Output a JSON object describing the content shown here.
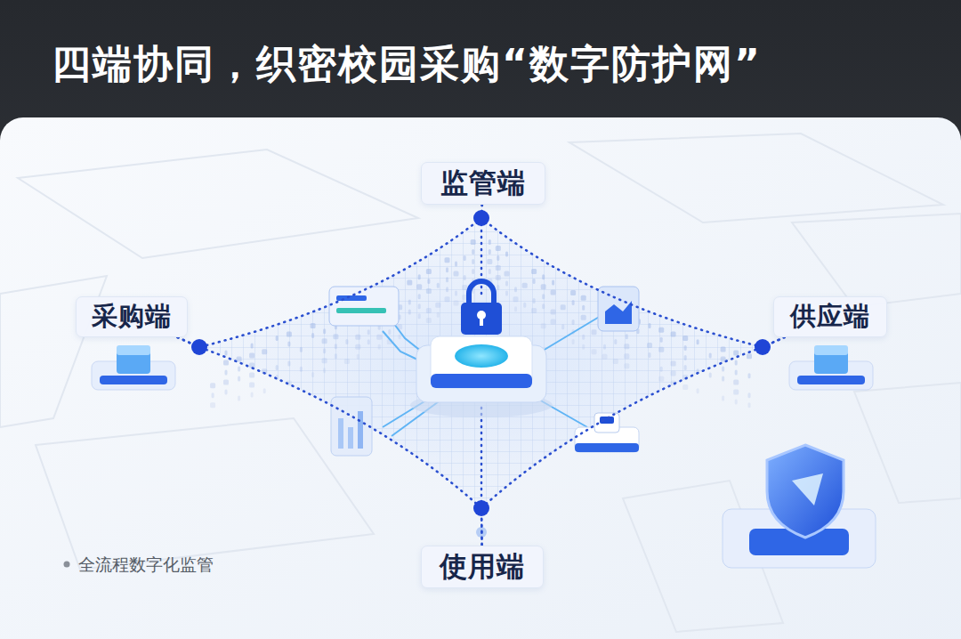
{
  "diagram": {
    "title": "四端协同，织密校园采购“数字防护网”",
    "nodes": [
      {
        "text": [
          "监管端"
        ]
      },
      {
        "text": [
          "采购端"
        ]
      },
      {
        "text": [
          "供应端"
        ]
      },
      {
        "text": [
          "使用端"
        ]
      }
    ],
    "edges": [
      {
        "from": 0,
        "to": 1,
        "arrow": "none"
      },
      {
        "from": 0,
        "to": 2,
        "arrow": "none"
      },
      {
        "from": 1,
        "to": 3,
        "arrow": "none"
      },
      {
        "from": 2,
        "to": 3,
        "arrow": "none"
      }
    ],
    "labels": [
      "全流程数字化监管"
    ]
  }
}
